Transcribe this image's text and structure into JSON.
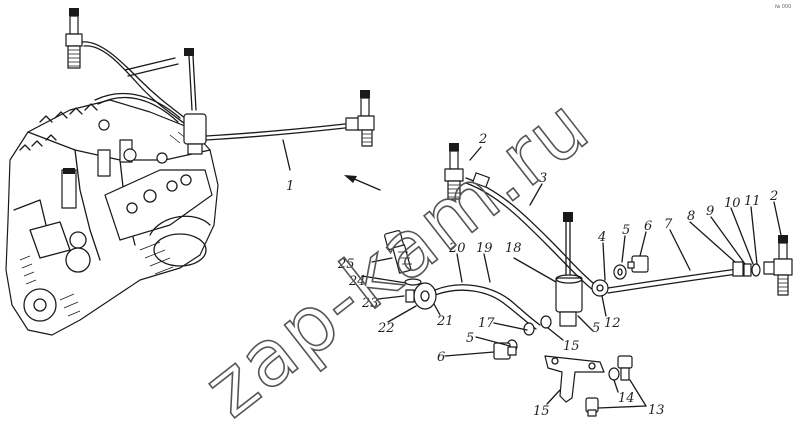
{
  "corner_mark": "№ 000",
  "watermark": "zap-kam.ru",
  "callouts": [
    {
      "id": "c1",
      "text": "1"
    },
    {
      "id": "c2a",
      "text": "2"
    },
    {
      "id": "c2b",
      "text": "2"
    },
    {
      "id": "c3",
      "text": "3"
    },
    {
      "id": "c4",
      "text": "4"
    },
    {
      "id": "c5a",
      "text": "5"
    },
    {
      "id": "c5b",
      "text": "5"
    },
    {
      "id": "c5c",
      "text": "5"
    },
    {
      "id": "c6a",
      "text": "6"
    },
    {
      "id": "c6b",
      "text": "6"
    },
    {
      "id": "c7",
      "text": "7"
    },
    {
      "id": "c8",
      "text": "8"
    },
    {
      "id": "c9",
      "text": "9"
    },
    {
      "id": "c10",
      "text": "10"
    },
    {
      "id": "c11",
      "text": "11"
    },
    {
      "id": "c12",
      "text": "12"
    },
    {
      "id": "c13",
      "text": "13"
    },
    {
      "id": "c14",
      "text": "14"
    },
    {
      "id": "c15a",
      "text": "15"
    },
    {
      "id": "c15b",
      "text": "15"
    },
    {
      "id": "c17",
      "text": "17"
    },
    {
      "id": "c18",
      "text": "18"
    },
    {
      "id": "c19",
      "text": "19"
    },
    {
      "id": "c20",
      "text": "20"
    },
    {
      "id": "c21",
      "text": "21"
    },
    {
      "id": "c22",
      "text": "22"
    },
    {
      "id": "c23",
      "text": "23"
    },
    {
      "id": "c24",
      "text": "24"
    },
    {
      "id": "c25",
      "text": "25"
    }
  ]
}
